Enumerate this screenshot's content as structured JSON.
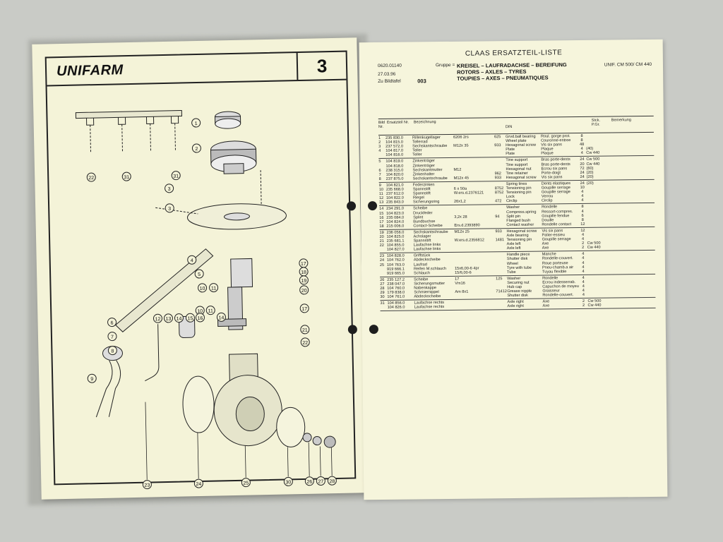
{
  "left_page": {
    "brand": "UNIFARM",
    "page_number": "3",
    "callouts": [
      "1",
      "2",
      "3",
      "3",
      "4",
      "5",
      "6",
      "7",
      "8",
      "9",
      "10",
      "11",
      "10",
      "11",
      "12",
      "13",
      "14",
      "15",
      "16",
      "14",
      "17",
      "18",
      "19",
      "20",
      "17",
      "21",
      "22",
      "22",
      "31",
      "31",
      "23",
      "24",
      "25",
      "30",
      "26",
      "27",
      "28"
    ]
  },
  "right_page": {
    "title": "CLAAS ERSATZTEIL-LISTE",
    "doc_no": "0620.01140",
    "date": "27.03.96",
    "zu_bildtafel": "Zu Bildtafel",
    "gruppe_label": "Gruppe =",
    "gruppe_code": "003",
    "group_lines": [
      "KREISEL – LAUFRADACHSE – BEREIFUNG",
      "ROTORS – AXLES – TYRES",
      "TOUPIES – AXES – PNEUMATIQUES"
    ],
    "model": "UNIF. CM 500/ CM 440",
    "headers": {
      "bild_nr": "Bild Nr.",
      "ersatzteil": "Ersatzteil Nr.",
      "bezeichnung": "Bezeichnung",
      "din": "DIN",
      "stck": "Stck. P.Gr.",
      "bemerkung": "Bemerkung"
    },
    "groups": [
      {
        "rows": [
          [
            "1",
            "235 830.0",
            "Rillenkugellager",
            "6206 2rs",
            "625",
            "Grvd.ball bearing",
            "Roul. gorge prot.",
            "8",
            ""
          ],
          [
            "2",
            "104 815.0",
            "Tellerrad",
            "",
            "",
            "Wheel plate",
            "Couronne-entree",
            "8",
            ""
          ],
          [
            "3",
            "237 572.0",
            "Sechskantschraube",
            "M12x 35",
            "933",
            "Hexagonal screw",
            "Vis six pans",
            "48",
            ""
          ],
          [
            "4",
            "104 817.0",
            "Teller",
            "",
            "",
            "Plate",
            "Plaque",
            "4",
            "(40)"
          ],
          [
            "",
            "104 816.0",
            "Teller",
            "",
            "",
            "Plate",
            "Plaque",
            "4",
            "Cw 440"
          ]
        ]
      },
      {
        "rows": [
          [
            "5",
            "104 819.0",
            "Zinkenträger",
            "",
            "",
            "Tine support",
            "Bras porte-dents",
            "24",
            "Cw 500"
          ],
          [
            "",
            "104 818.0",
            "Zinkenträger",
            "",
            "",
            "Tine support",
            "Bras porte-dents",
            "20",
            "Cw 440"
          ],
          [
            "6",
            "238 315.0",
            "Sechskantmutter",
            "M12",
            "",
            "Hexagonal nut",
            "Ecrou six pans",
            "72",
            "(60)"
          ],
          [
            "7",
            "104 820.0",
            "Zinkenhalter",
            "",
            "962",
            "Tine retainer",
            "Porte-doigt",
            "24",
            "(20)"
          ],
          [
            "8",
            "237 875.0",
            "Sechskantschraube",
            "M12x 45",
            "933",
            "Hexagonal screw",
            "Vis six pans",
            "24",
            "(20)"
          ]
        ]
      },
      {
        "rows": [
          [
            "9",
            "104 821.0",
            "Federzinken",
            "",
            "",
            "Spring tines",
            "Dents elastiques",
            "24",
            "(20)"
          ],
          [
            "10",
            "235 668.0",
            "Spannstift",
            "6 x 50a",
            "8752",
            "Tensioning pin",
            "Goupille serrage",
            "10",
            ""
          ],
          [
            "11",
            "237 612.0",
            "Spannstift",
            "W.ers.d.2376121",
            "8752",
            "Tensioning pin",
            "Goupille serrage",
            "4",
            ""
          ],
          [
            "12",
            "104 822.0",
            "Riegel",
            "",
            "",
            "Lock",
            "Verrou",
            "4",
            ""
          ],
          [
            "13",
            "235 843.0",
            "Sicherungsring",
            "26x1,2",
            "472",
            "Circlip",
            "Circlip",
            "4",
            ""
          ]
        ]
      },
      {
        "rows": [
          [
            "14",
            "234 291.0",
            "Scheibe",
            "",
            "",
            "Washer",
            "Rondelle",
            "8",
            ""
          ],
          [
            "15",
            "104 823.0",
            "Druckfeder",
            "",
            "",
            "Compress.spring",
            "Ressort-compres.",
            "4",
            ""
          ],
          [
            "16",
            "235 084.0",
            "Splint",
            "3,2x 28",
            "94",
            "Split pin",
            "Goupille fendue",
            "6",
            ""
          ],
          [
            "17",
            "104 824.0",
            "Bundbuchse",
            "",
            "",
            "Flanged bush",
            "Douille",
            "8",
            ""
          ],
          [
            "18",
            "215 006.0",
            "Contact-Scheibe",
            "Ers.d.2393890",
            "",
            "Contact washer",
            "Rondelle contact",
            "12",
            ""
          ]
        ]
      },
      {
        "rows": [
          [
            "19",
            "236 056.0",
            "Sechskantschraube",
            "M12x 25",
            "933",
            "Hexagonal screw",
            "Vis six pans",
            "12",
            ""
          ],
          [
            "20",
            "104 825.0",
            "Achslager",
            "",
            "",
            "Axle bearing",
            "Palier-essieu",
            "4",
            ""
          ],
          [
            "21",
            "235 681.1",
            "Spannstift",
            "W.ers.d.2356812",
            "1481",
            "Tensioning pin",
            "Goupille serrage",
            "4",
            ""
          ],
          [
            "22",
            "104 855.0",
            "Laufachse links",
            "",
            "",
            "Axle left",
            "Axe",
            "2",
            "Cw 500"
          ],
          [
            "",
            "104 827.0",
            "Laufachse links",
            "",
            "",
            "Axle left",
            "Axe",
            "2",
            "Cw 440"
          ]
        ]
      },
      {
        "rows": [
          [
            "23",
            "104 828.0",
            "Griffstück",
            "",
            "",
            "Handle piece",
            "Manche",
            "4",
            ""
          ],
          [
            "24",
            "104 762.0",
            "Abdeckscheibe",
            "",
            "",
            "Shutter disk",
            "Rondelle-couvert.",
            "4",
            ""
          ],
          [
            "25",
            "104 763.0",
            "Laufrad",
            "",
            "",
            "Wheel",
            "Roue porteuse",
            "4",
            ""
          ],
          [
            "",
            "919 666.1",
            "Reifen M.schlauch",
            "15x6,00-6 4pr",
            "",
            "Tyre with tube",
            "Pneu-chamb.a air",
            "4",
            ""
          ],
          [
            "",
            "919 665.0",
            "Schlauch",
            "15/6,00-6",
            "",
            "Tube",
            "Tuyau flexible",
            "4",
            ""
          ]
        ]
      },
      {
        "rows": [
          [
            "26",
            "235 127.2",
            "Scheibe",
            "17",
            "125",
            "Washer",
            "Rondelle",
            "4",
            ""
          ],
          [
            "27",
            "238 047.0",
            "Sicherungsmutter",
            "Vm16",
            "",
            "Securing nut",
            "Ecrou indesserrab.",
            "4",
            ""
          ],
          [
            "28",
            "104 760.0",
            "Nabenkappe",
            "",
            "",
            "Hub cap",
            "Capuchon de moyeu",
            "4",
            ""
          ],
          [
            "29",
            "179 838.0",
            "Schmiernippel",
            "Am 8x1",
            "71412",
            "Grease nipple",
            "Graisseur",
            "4",
            ""
          ],
          [
            "30",
            "104 761.0",
            "Abdeckscheibe",
            "",
            "",
            "Shutter disk",
            "Rondelle-couvert.",
            "4",
            ""
          ]
        ]
      },
      {
        "rows": [
          [
            "31",
            "104 856.0",
            "Laufachse rechts",
            "",
            "",
            "Axle right",
            "Axe",
            "2",
            "Cw 500"
          ],
          [
            "",
            "104 826.0",
            "Laufachse rechts",
            "",
            "",
            "Axle right",
            "Axe",
            "2",
            "Cw 440"
          ]
        ]
      }
    ]
  }
}
